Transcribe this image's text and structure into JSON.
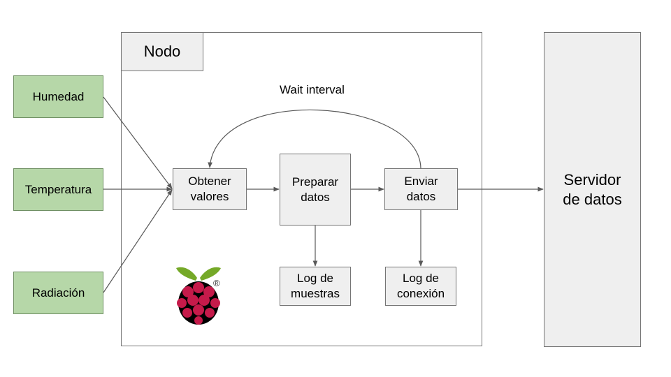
{
  "node": {
    "title": "Nodo"
  },
  "sensors": [
    {
      "id": "humedad",
      "label": "Humedad"
    },
    {
      "id": "temperatura",
      "label": "Temperatura"
    },
    {
      "id": "radiacion",
      "label": "Radiación"
    }
  ],
  "steps": {
    "obtener": "Obtener\nvalores",
    "preparar": "Preparar\ndatos",
    "enviar": "Enviar\ndatos"
  },
  "logs": {
    "muestras": "Log de\nmuestras",
    "conexion": "Log de\nconexión"
  },
  "loop_label": "Wait interval",
  "server": {
    "label": "Servidor\nde datos"
  },
  "logo": {
    "name": "raspberry-pi-icon",
    "mark": "®",
    "colors": {
      "berry": "#c51a4a",
      "leaf": "#75a928"
    }
  },
  "colors": {
    "sensor_fill": "#b6d7a8",
    "box_fill": "#efefef",
    "line": "#595959"
  }
}
